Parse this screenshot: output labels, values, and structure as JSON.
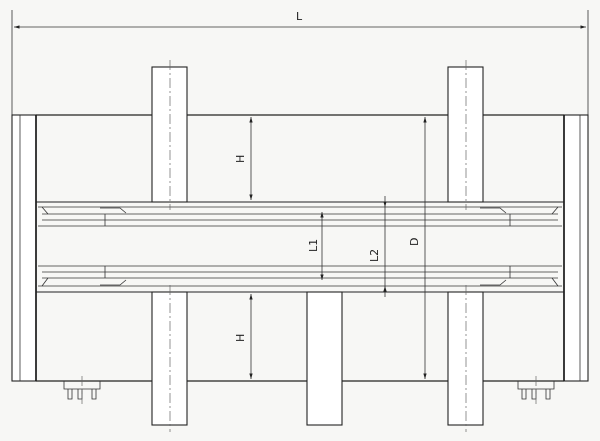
{
  "drawing": {
    "labels": {
      "overall_length": "L",
      "height_upper": "H",
      "height_lower": "H",
      "l1": "L1",
      "l2": "L2",
      "diameter": "D"
    }
  }
}
